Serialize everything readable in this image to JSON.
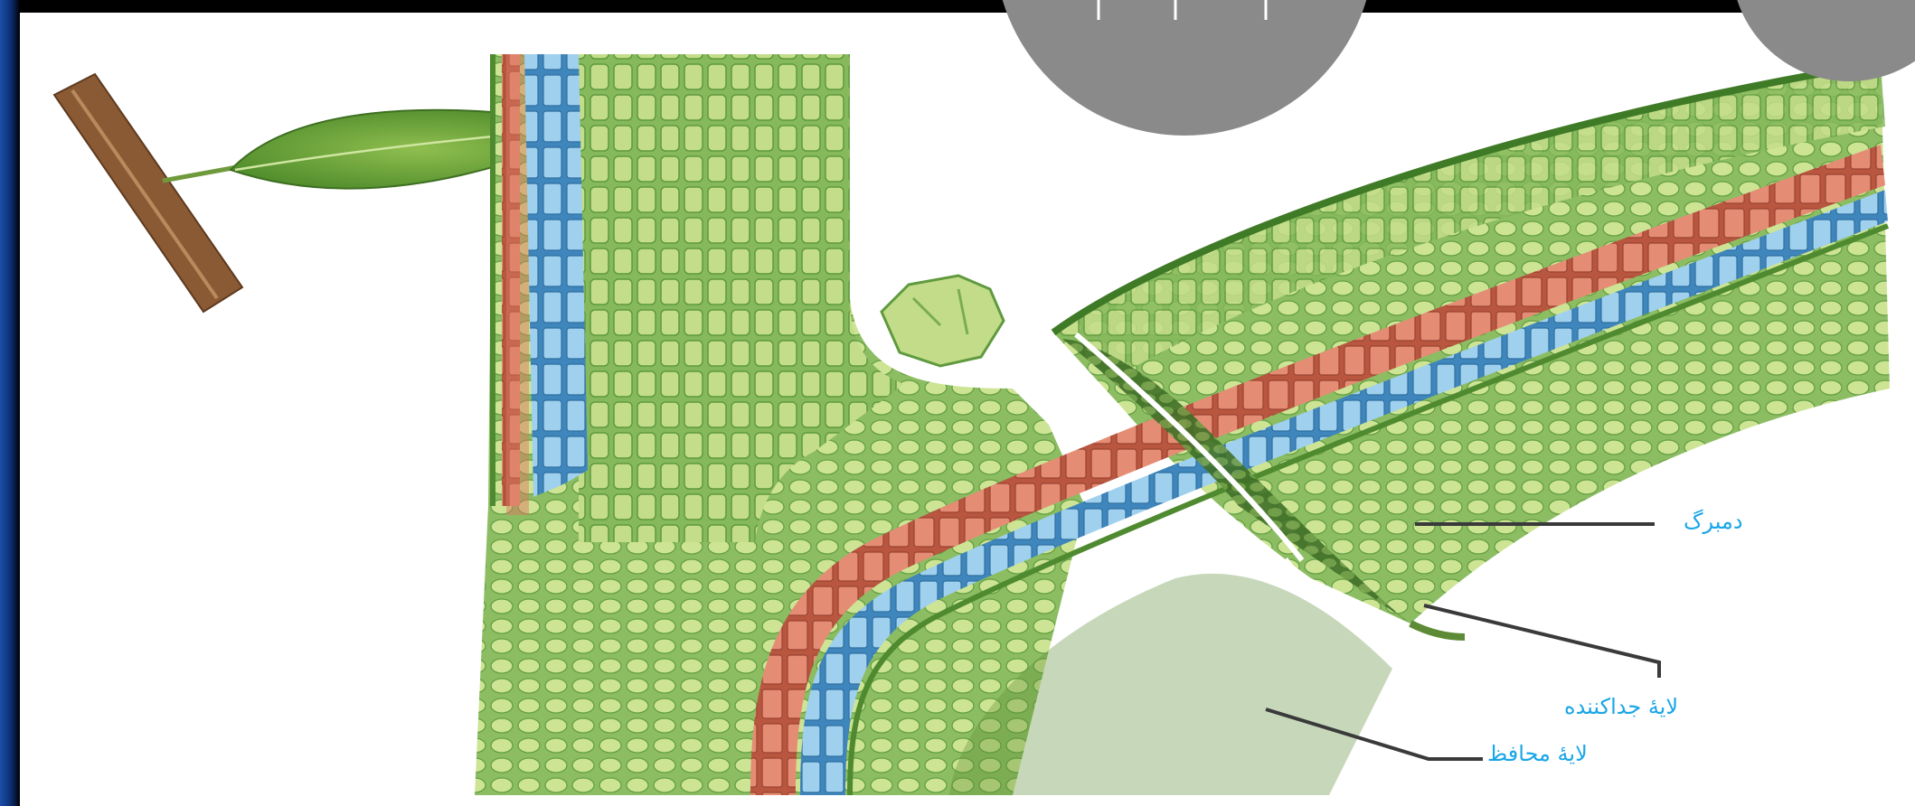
{
  "diagram": {
    "labels": {
      "petiole": "دمبرگ",
      "abscission_layer": "لایۀ جداکننده",
      "protective_layer": "لایۀ محافظ"
    },
    "colors": {
      "cell_green": "#7fb25a",
      "cell_light": "#c9df8e",
      "phloem": "#d9795f",
      "xylem": "#5fa8d6",
      "abscission_dark": "#4a7a2c",
      "label_text": "#1aa6e6",
      "leader_line": "#3a3a3a",
      "overlay_circle": "#8a8a8a"
    }
  }
}
